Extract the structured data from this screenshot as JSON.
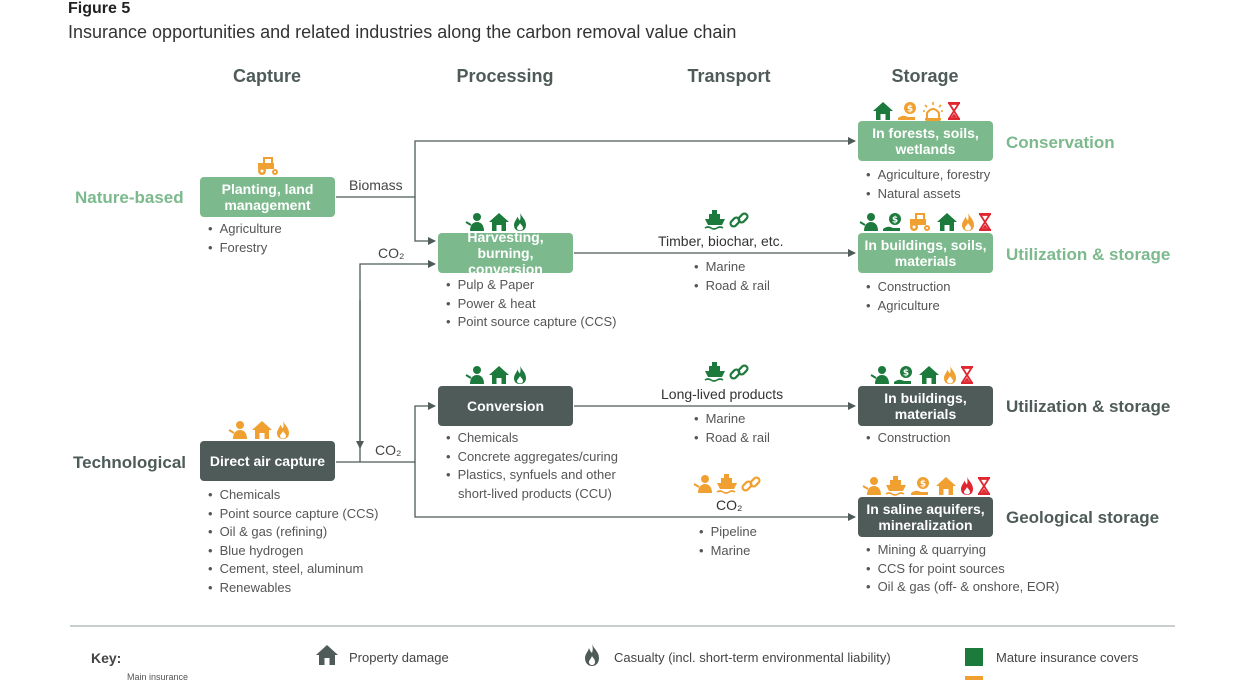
{
  "figure_label": "Figure 5",
  "title": "Insurance opportunities and related industries along the carbon removal value chain",
  "stages": [
    "Capture",
    "Processing",
    "Transport",
    "Storage"
  ],
  "row_labels": {
    "nature": "Nature-based",
    "tech": "Technological"
  },
  "colors": {
    "nature_green": "#7cb98d",
    "tech_dark": "#4e5b59",
    "icon_green": "#1d7a3d",
    "icon_orange": "#f0a030",
    "icon_red": "#e0262f",
    "arrow": "#4e5b59",
    "divider": "#c9cfcc"
  },
  "boxes": {
    "planting": "Planting, land management",
    "harvesting": "Harvesting, burning, conversion",
    "conversion": "Conversion",
    "dac": "Direct air capture",
    "forests": "In forests, soils, wetlands",
    "buildings_soils": "In buildings, soils, materials",
    "buildings_materials": "In buildings, materials",
    "saline": "In saline aquifers, mineralization"
  },
  "flow_labels": {
    "biomass": "Biomass",
    "co2_upper": "CO₂",
    "co2_lower": "CO₂",
    "timber": "Timber, biochar, etc.",
    "long_lived": "Long-lived products",
    "co2_transport": "CO₂"
  },
  "storage_labels": {
    "conservation": "Conservation",
    "utilization_1": "Utilization & storage",
    "utilization_2": "Utilization & storage",
    "geological": "Geological storage"
  },
  "lists": {
    "planting": [
      "Agriculture",
      "Forestry"
    ],
    "harvesting": [
      "Pulp & Paper",
      "Power & heat",
      "Point source capture (CCS)"
    ],
    "conversion": [
      "Chemicals",
      "Concrete aggregates/curing",
      "Plastics, synfuels and other",
      "short-lived products (CCU)"
    ],
    "dac": [
      "Chemicals",
      "Point source capture (CCS)",
      "Oil & gas (refining)",
      "Blue hydrogen",
      "Cement, steel, aluminum",
      "Renewables"
    ],
    "transport_timber": [
      "Marine",
      "Road & rail"
    ],
    "transport_long": [
      "Marine",
      "Road & rail"
    ],
    "transport_co2": [
      "Pipeline",
      "Marine"
    ],
    "forests": [
      "Agriculture, forestry",
      "Natural assets"
    ],
    "buildings_soils": [
      "Construction",
      "Agriculture"
    ],
    "buildings_materials": [
      "Construction"
    ],
    "saline": [
      "Mining & quarrying",
      "CCS for point sources",
      "Oil & gas (off- & onshore, EOR)"
    ]
  },
  "key": {
    "title": "Key:",
    "main_insurance": "Main insurance",
    "property_damage": "Property damage",
    "casualty": "Casualty (incl. short-term environmental liability)",
    "mature": "Mature insurance covers"
  },
  "icon_sets": {
    "planting": [
      "tractor-icon"
    ],
    "harvesting": [
      "person-icon",
      "house-icon",
      "flame-icon"
    ],
    "conversion": [
      "person-icon",
      "house-icon",
      "flame-icon"
    ],
    "dac": [
      "person-icon",
      "house-icon",
      "flame-icon"
    ],
    "transport_timber": [
      "ship-icon",
      "chain-icon"
    ],
    "transport_long": [
      "ship-icon",
      "chain-icon"
    ],
    "transport_co2": [
      "person-icon",
      "ship-icon",
      "chain-icon"
    ],
    "forests": [
      "house-icon",
      "money-hand-icon",
      "sun-alert-icon",
      "hourglass-icon"
    ],
    "buildings_soils": [
      "person-icon",
      "money-hand-icon",
      "tractor-icon",
      "house-icon",
      "flame-icon",
      "hourglass-icon"
    ],
    "buildings_materials": [
      "person-icon",
      "money-hand-icon",
      "house-icon",
      "flame-icon",
      "hourglass-icon"
    ],
    "saline": [
      "person-icon",
      "ship-icon",
      "money-hand-icon",
      "house-icon",
      "flame-icon",
      "hourglass-icon"
    ]
  }
}
